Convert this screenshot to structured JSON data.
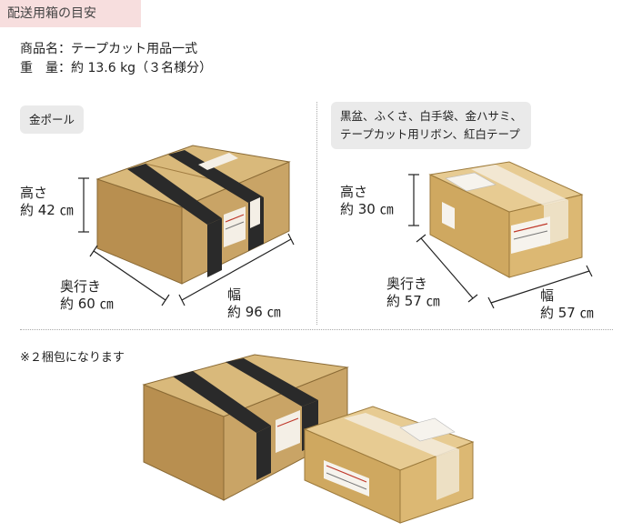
{
  "header": {
    "title": "配送用箱の目安"
  },
  "product": {
    "name_label": "商品名：",
    "name_value": "テープカット用品一式",
    "weight_label": "重　量：",
    "weight_value": "約 13.6 kg（３名様分）"
  },
  "box1": {
    "tag": "金ポール",
    "height_label": "高さ",
    "height_value": "約 42 ㎝",
    "depth_label": "奥行き",
    "depth_value": "約 60 ㎝",
    "width_label": "幅",
    "width_value": "約 96 ㎝"
  },
  "box2": {
    "tag_line1": "黒盆、ふくさ、白手袋、金ハサミ、",
    "tag_line2": "テープカット用リボン、紅白テープ",
    "height_label": "高さ",
    "height_value": "約 30 ㎝",
    "depth_label": "奥行き",
    "depth_value": "約 57 ㎝",
    "width_label": "幅",
    "width_value": "約 57 ㎝"
  },
  "note": "※２梱包になります",
  "colors": {
    "header_bg": "#f7dede",
    "tag_bg": "#eaeaea",
    "box_kraft": "#c9a466",
    "strap": "#2a2a2a"
  }
}
